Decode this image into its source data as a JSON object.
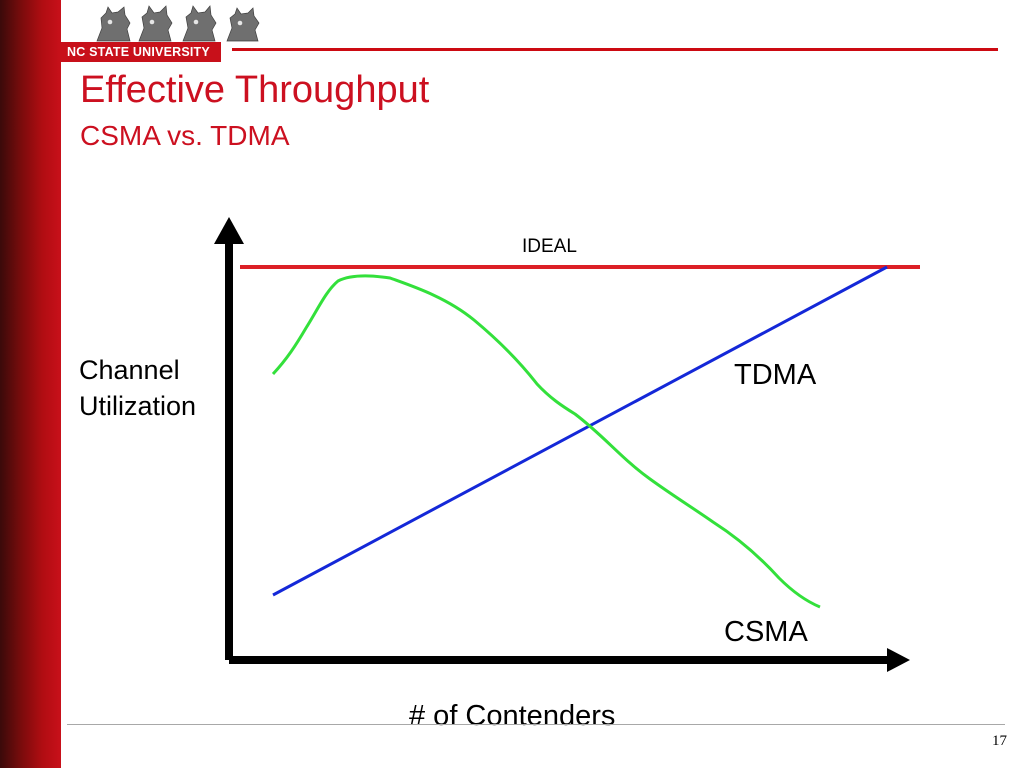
{
  "slide": {
    "logo_text": "NC STATE UNIVERSITY",
    "title": "Effective Throughput",
    "subtitle": "CSMA vs. TDMA",
    "page_number": "17",
    "colors": {
      "sidebar": "#b10d12",
      "accent_red": "#cc1020",
      "ideal_line": "#dc1f26",
      "tdma_line": "#1428d8",
      "csma_line": "#33e03b",
      "axis": "#000000"
    }
  },
  "diagram": {
    "y_axis_label_line1": "Channel",
    "y_axis_label_line2": "Utilization",
    "x_axis_label": "# of Contenders",
    "curves": {
      "ideal": "IDEAL",
      "tdma": "TDMA",
      "csma": "CSMA"
    }
  },
  "icons": {
    "logo": "wolf-pack-logo",
    "y_arrow": "arrow-up-icon",
    "x_arrow": "arrow-right-icon"
  }
}
